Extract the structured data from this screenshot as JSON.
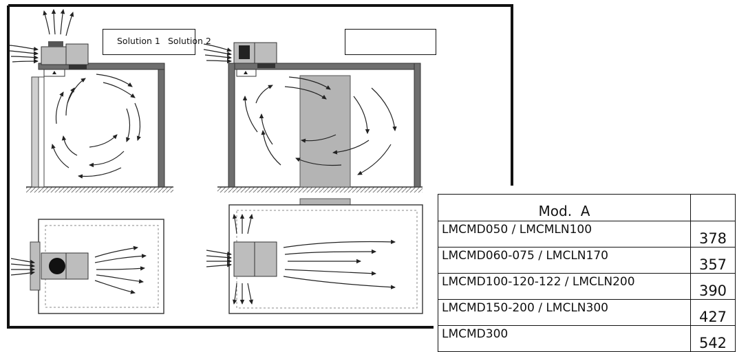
{
  "labels": {
    "solution_1": "Solution 1",
    "solution_2": "Solution 2"
  },
  "table": {
    "header_mod": "Mod.",
    "header_a": "A",
    "rows": [
      {
        "model": "LMCMD050 / LMCMLN100",
        "a": "378"
      },
      {
        "model": "LMCMD060-075 / LMCLN170",
        "a": "357"
      },
      {
        "model": "LMCMD100-120-122 / LMCLN200",
        "a": "390"
      },
      {
        "model": "LMCMD150-200 / LMCLN300",
        "a": "427"
      },
      {
        "model": "LMCMD300",
        "a": "542"
      }
    ]
  },
  "colors": {
    "frame": "#111111",
    "wall": "#6e6e6e",
    "unit_fill": "#bdbdbd",
    "partition_fill": "#b4b4b4",
    "arrow": "#222222"
  },
  "icons": [
    "fan-circle-icon",
    "airflow-arrow-icon"
  ]
}
